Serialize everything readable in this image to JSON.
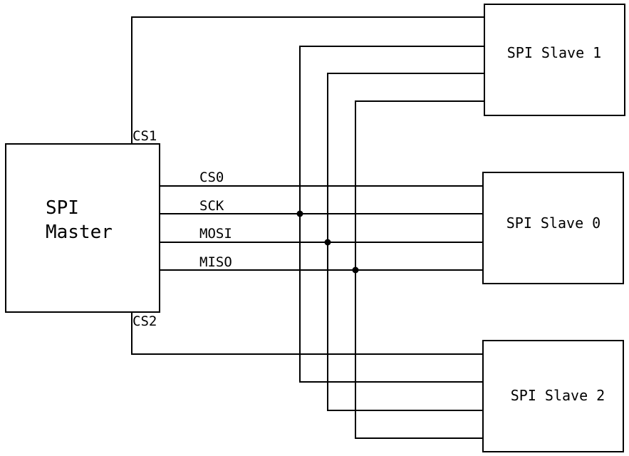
{
  "master": {
    "label_line1": "SPI",
    "label_line2": "Master",
    "pins": {
      "cs1": "CS1",
      "cs2": "CS2",
      "cs0": "CS0",
      "sck": "SCK",
      "mosi": "MOSI",
      "miso": "MISO"
    }
  },
  "slaves": {
    "slave1": "SPI Slave 1",
    "slave0": "SPI Slave 0",
    "slave2": "SPI Slave 2"
  }
}
